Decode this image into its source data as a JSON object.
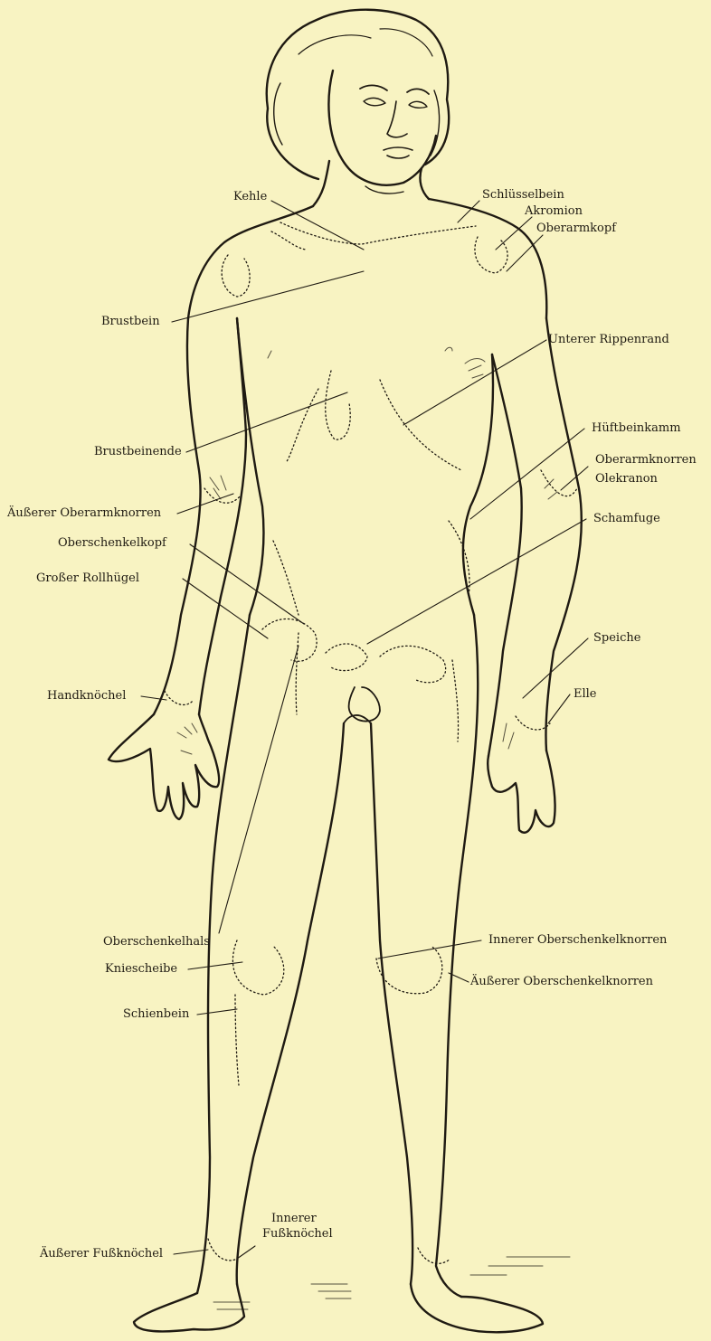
{
  "colors": {
    "paper": "#f8f3c2",
    "ink": "#1f1a12"
  },
  "labels": {
    "kehle": "Kehle",
    "schluesselbein": "Schlüsselbein",
    "akromion": "Akromion",
    "oberarmkopf": "Oberarmkopf",
    "brustbein": "Brustbein",
    "unterer_rippenrand": "Unterer Rippenrand",
    "brustbeinende": "Brustbeinende",
    "hueftbeinkamm": "Hüftbeinkamm",
    "aeusserer_oberarmknorren": "Äußerer Oberarmknorren",
    "oberarmknorren": "Oberarmknorren",
    "olekranon": "Olekranon",
    "oberschenkelkopf": "Oberschenkelkopf",
    "schamfuge": "Schamfuge",
    "grosser_rollhuegel": "Großer Rollhügel",
    "speiche": "Speiche",
    "handknoechel": "Handknöchel",
    "elle": "Elle",
    "oberschenkelhals": "Oberschenkelhals",
    "innerer_oberschenkelknorren": "Innerer Oberschenkelknorren",
    "kniescheibe": "Kniescheibe",
    "aeusserer_oberschenkelknorren": "Äußerer Oberschenkelknorren",
    "schienbein": "Schienbein",
    "aeusserer_fussknoechel": "Äußerer Fußknöchel",
    "innerer_fussknoechel_1": "Innerer",
    "innerer_fussknoechel_2": "Fußknöchel"
  }
}
